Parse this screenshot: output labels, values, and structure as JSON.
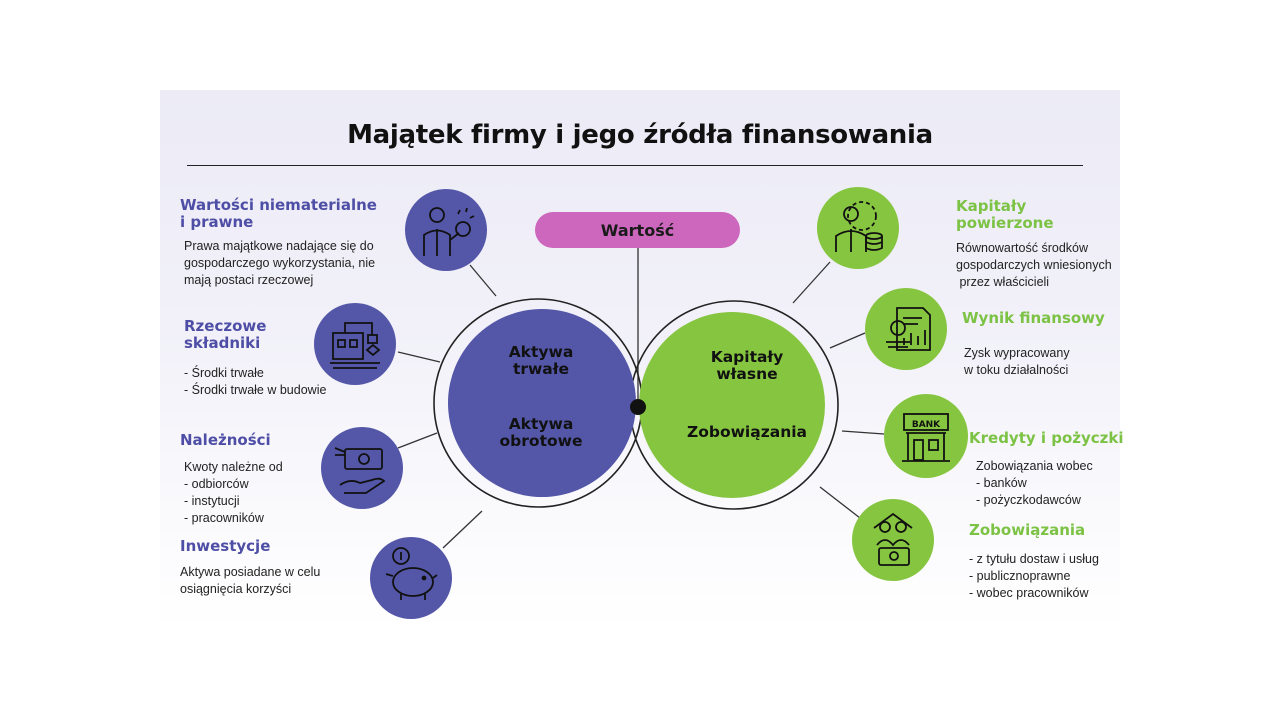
{
  "title": "Majątek firmy i jego źródła finansowania",
  "center": {
    "pill_label": "Wartość",
    "left_top": [
      "Aktywa",
      "trwałe"
    ],
    "left_bottom": [
      "Aktywa",
      "obrotowe"
    ],
    "right_top": [
      "Kapitały",
      "własne"
    ],
    "right_bottom": "Zobowiązania"
  },
  "left_items": [
    {
      "heading": [
        "Wartości niematerialne",
        "i prawne"
      ],
      "icon": "businessman-idea-icon",
      "desc": [
        "Prawa majątkowe nadające się do",
        "gospodarczego wykorzystania, nie",
        "mają postaci rzeczowej"
      ]
    },
    {
      "heading": [
        "Rzeczowe",
        "składniki"
      ],
      "icon": "factory-machine-icon",
      "desc": [
        "- Środki trwałe",
        "- Środki trwałe w budowie"
      ]
    },
    {
      "heading": [
        "Należności"
      ],
      "icon": "money-hand-icon",
      "desc": [
        "Kwoty należne od",
        "- odbiorców",
        "- instytucji",
        "- pracowników"
      ]
    },
    {
      "heading": [
        "Inwestycje"
      ],
      "icon": "piggy-bank-icon",
      "desc": [
        "Aktywa posiadane w celu",
        "osiągnięcia korzyści"
      ]
    }
  ],
  "right_items": [
    {
      "heading": [
        "Kapitały",
        "powierzone"
      ],
      "icon": "investor-coins-icon",
      "desc": [
        "Równowartość środków",
        "gospodarczych wniesionych",
        " przez właścicieli"
      ]
    },
    {
      "heading": [
        "Wynik finansowy"
      ],
      "icon": "financial-report-icon",
      "desc": [
        "Zysk wypracowany",
        "w toku działalności"
      ]
    },
    {
      "heading": [
        "Kredyty i pożyczki"
      ],
      "icon": "bank-building-icon",
      "bank_text": "BANK",
      "desc": [
        "Zobowiązania wobec",
        "- banków",
        "- pożyczkodawców"
      ]
    },
    {
      "heading": [
        "Zobowiązania"
      ],
      "icon": "family-money-icon",
      "desc": [
        "- z tytułu dostaw i usług",
        "- publicznoprawne",
        "- wobec pracowników"
      ]
    }
  ],
  "colors": {
    "purple": "#5457a8",
    "green": "#86c540",
    "pink": "#cc67bd",
    "heading_purple": "#4e4ea6",
    "heading_green": "#7cc244"
  }
}
